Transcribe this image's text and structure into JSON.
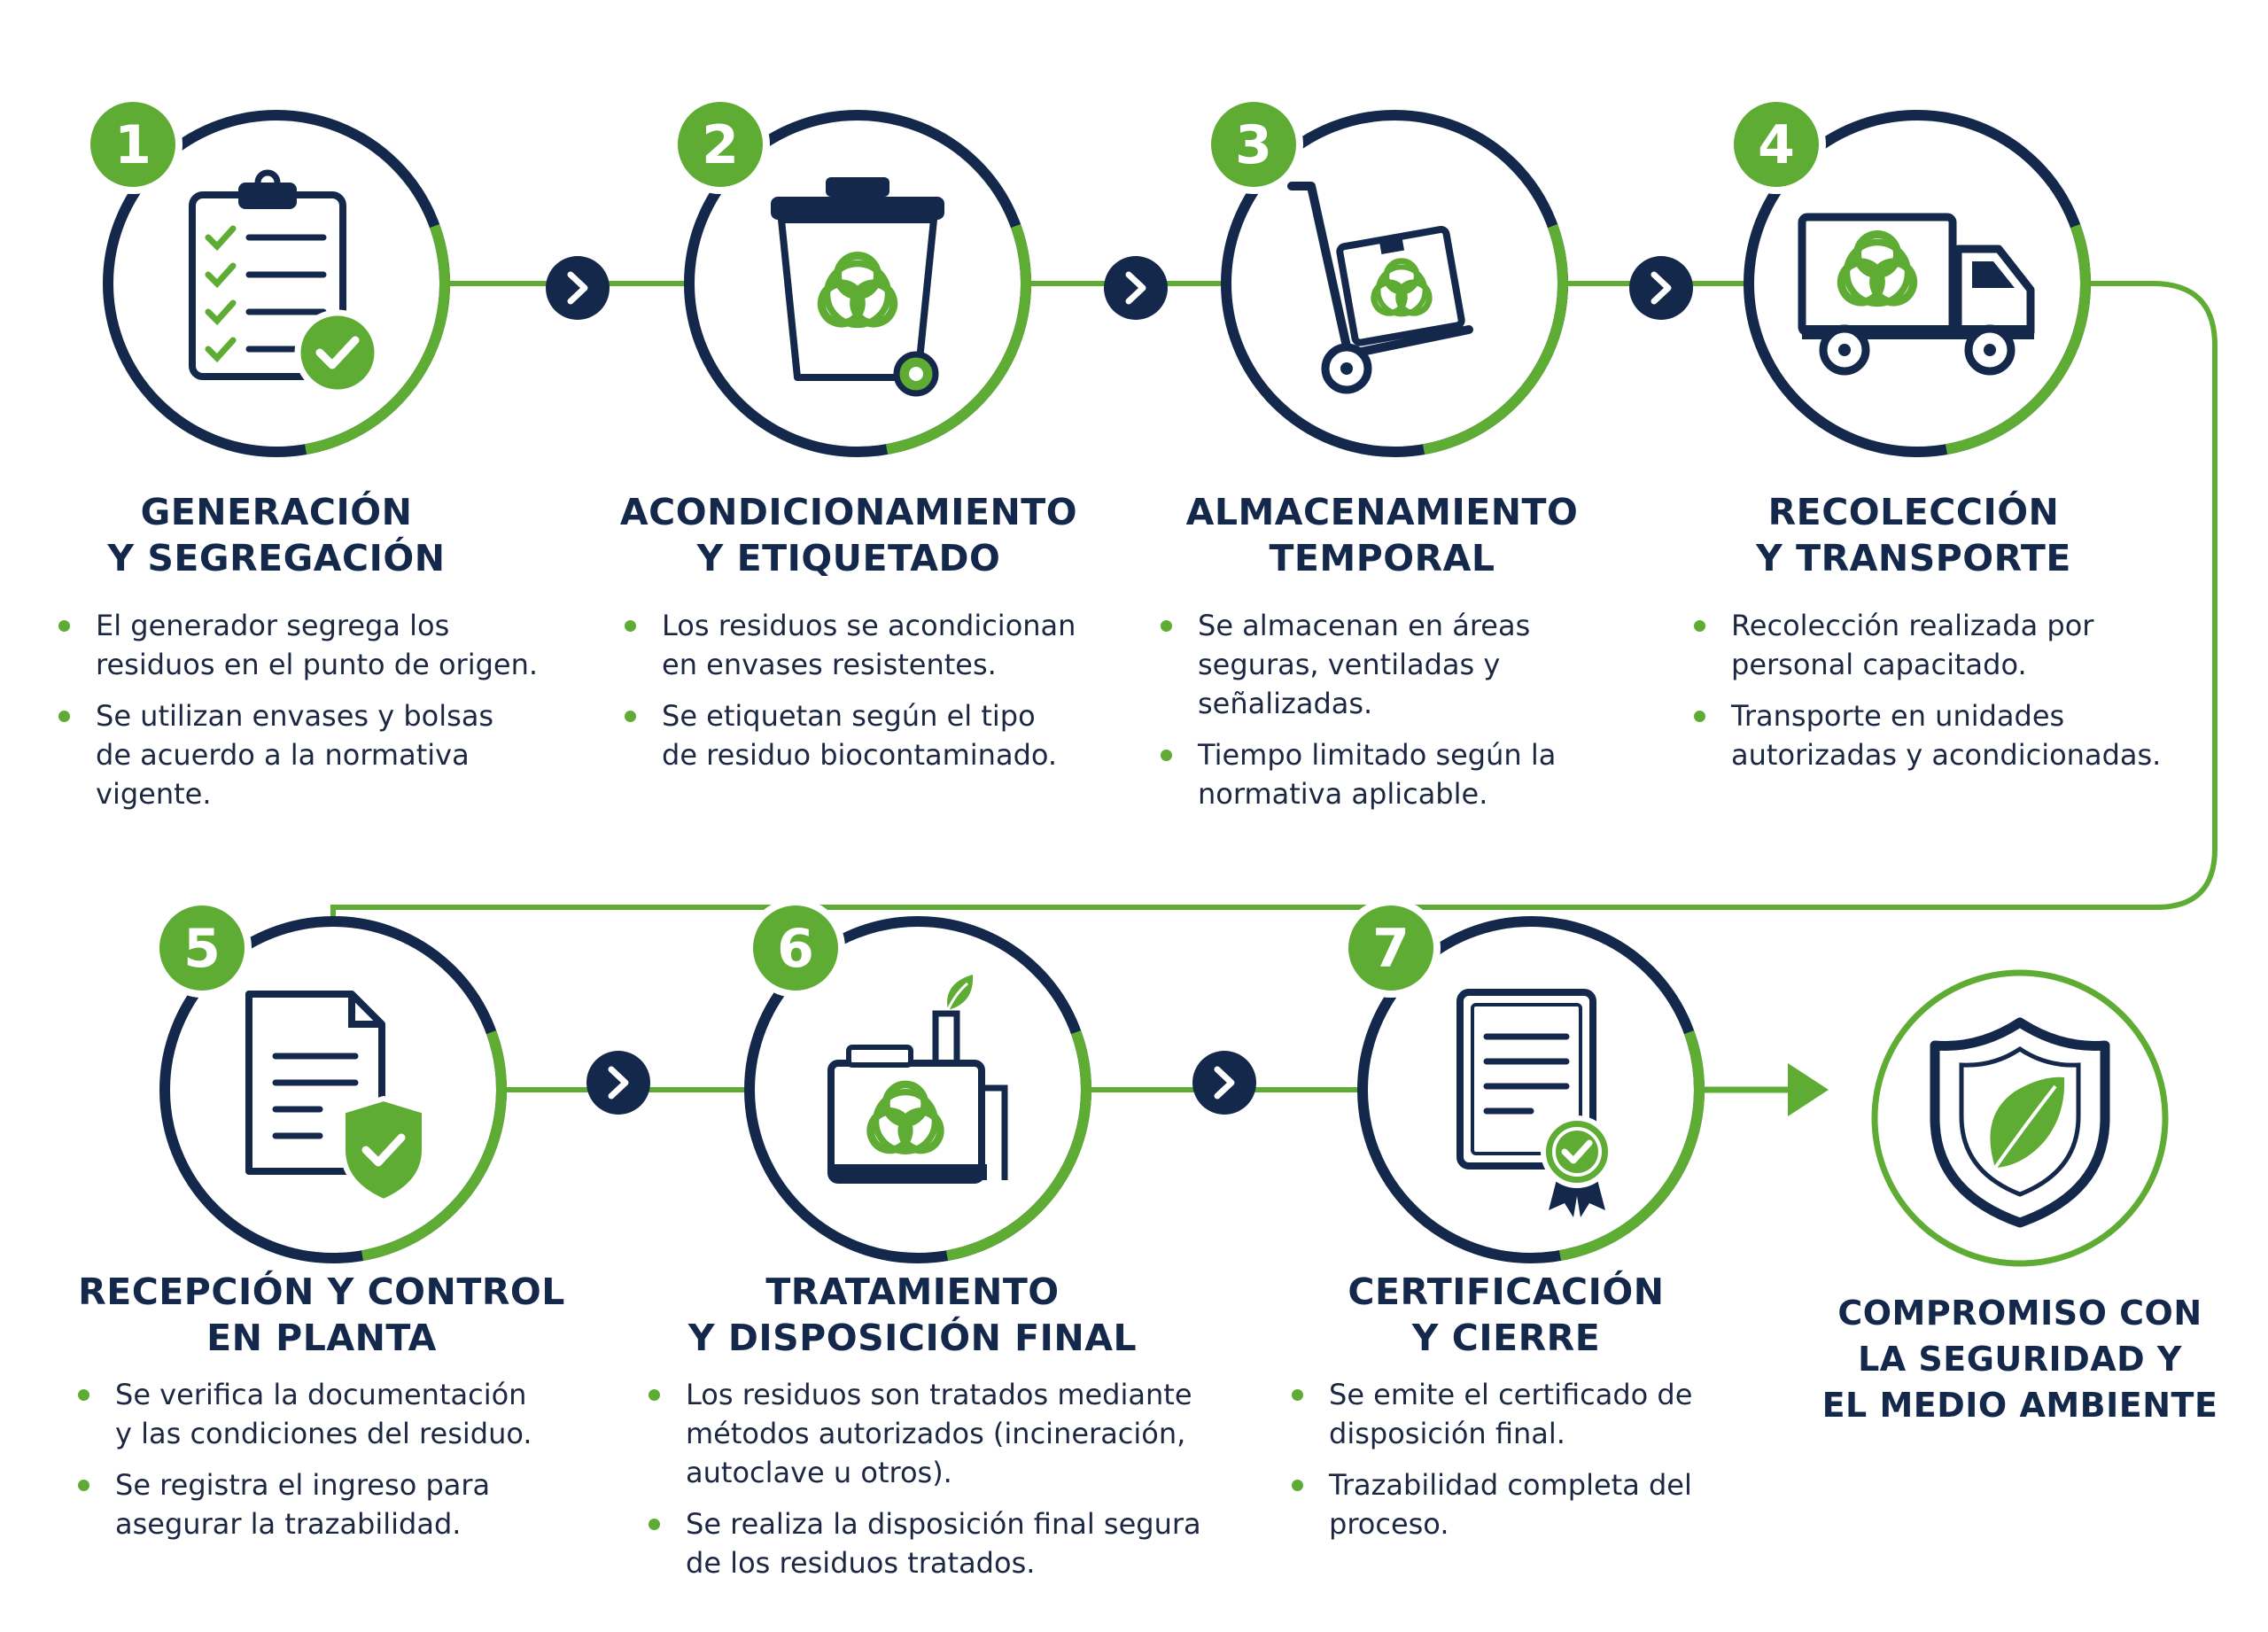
{
  "colors": {
    "navy": "#14284b",
    "green": "#5fac34"
  },
  "steps": [
    {
      "num": "1",
      "icon": "clipboard-check-icon",
      "title": [
        "GENERACIÓN",
        "Y SEGREGACIÓN"
      ],
      "bullets": [
        [
          "El generador segrega los",
          "residuos en el punto de origen."
        ],
        [
          "Se utilizan envases y bolsas",
          "de acuerdo a la normativa",
          "vigente."
        ]
      ]
    },
    {
      "num": "2",
      "icon": "biohazard-bin-icon",
      "title": [
        "ACONDICIONAMIENTO",
        "Y ETIQUETADO"
      ],
      "bullets": [
        [
          "Los residuos se acondicionan",
          "en envases resistentes."
        ],
        [
          "Se etiquetan según el tipo",
          "de residuo biocontaminado."
        ]
      ]
    },
    {
      "num": "3",
      "icon": "hand-truck-icon",
      "title": [
        "ALMACENAMIENTO",
        "TEMPORAL"
      ],
      "bullets": [
        [
          "Se almacenan en áreas",
          "seguras, ventiladas y",
          "señalizadas."
        ],
        [
          "Tiempo limitado según la",
          "normativa aplicable."
        ]
      ]
    },
    {
      "num": "4",
      "icon": "biohazard-truck-icon",
      "title": [
        "RECOLECCIÓN",
        "Y TRANSPORTE"
      ],
      "bullets": [
        [
          "Recolección realizada por",
          "personal capacitado."
        ],
        [
          "Transporte en unidades",
          "autorizadas y acondicionadas."
        ]
      ]
    },
    {
      "num": "5",
      "icon": "document-shield-icon",
      "title": [
        "RECEPCIÓN Y CONTROL",
        "EN PLANTA"
      ],
      "bullets": [
        [
          "Se verifica la documentación",
          "y las condiciones del residuo."
        ],
        [
          "Se registra el ingreso para",
          "asegurar la trazabilidad."
        ]
      ]
    },
    {
      "num": "6",
      "icon": "treatment-plant-icon",
      "title": [
        "TRATAMIENTO",
        "Y DISPOSICIÓN FINAL"
      ],
      "bullets": [
        [
          "Los residuos son tratados mediante",
          "métodos autorizados (incineración,",
          "autoclave u otros)."
        ],
        [
          "Se realiza la disposición final segura",
          "de los residuos tratados."
        ]
      ]
    },
    {
      "num": "7",
      "icon": "certificate-icon",
      "title": [
        "CERTIFICACIÓN",
        "Y CIERRE"
      ],
      "bullets": [
        [
          "Se emite el certificado de",
          "disposición final."
        ],
        [
          "Trazabilidad completa del",
          "proceso."
        ]
      ]
    }
  ],
  "final": {
    "icon": "shield-leaf-icon",
    "title": [
      "COMPROMISO CON",
      "LA SEGURIDAD Y",
      "EL MEDIO AMBIENTE"
    ]
  }
}
